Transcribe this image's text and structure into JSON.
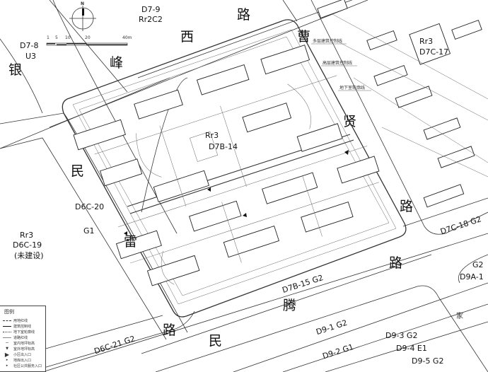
{
  "compass": {
    "north_label": "N"
  },
  "scale_bar": {
    "ticks": [
      "1",
      "5",
      "10",
      "20",
      "40m"
    ]
  },
  "roads": {
    "yinfeng_west": [
      "银",
      "峰",
      "西",
      "路"
    ],
    "caoxian": [
      "曹",
      "贤",
      "路"
    ],
    "minlei": [
      "民",
      "雷",
      "路"
    ],
    "minteng": [
      "民",
      "腾",
      "路"
    ],
    "bottom_right": "家"
  },
  "lots": {
    "site": [
      "Rr3",
      "D7B-14"
    ],
    "d7_9": [
      "D7-9",
      "Rr2C2"
    ],
    "d7_8": [
      "D7-8",
      "U3"
    ],
    "d7c_17": [
      "Rr3",
      "D7C-17"
    ],
    "d6c_19": [
      "Rr3",
      "D6C-19",
      "(未建设)"
    ],
    "d6c_20": [
      "D6C-20",
      "G1"
    ],
    "d7c_18": "D7C-18 G2",
    "d7b_15": "D7B-15 G2",
    "d6c_21": "D6C-21 G2",
    "d9_1": "D9-1 G2",
    "d9_2": "D9-2 G1",
    "d9_3": "D9-3 G2",
    "d9_4": "D9-4 E1",
    "d9_5": "D9-5 G2",
    "d9a": "D9A-1",
    "g2_corner": "G2"
  },
  "annotations": [
    "多层建筑控制线",
    "高层建筑控制线",
    "地下室轮廓线"
  ],
  "legend": {
    "title": "图例",
    "items": [
      "用地红线",
      "建筑控制线",
      "地下室轮廓线",
      "道路红线",
      "室内地坪标高",
      "室外地坪标高",
      "小区出入口",
      "地库出入口",
      "社区公共服务入口"
    ]
  }
}
